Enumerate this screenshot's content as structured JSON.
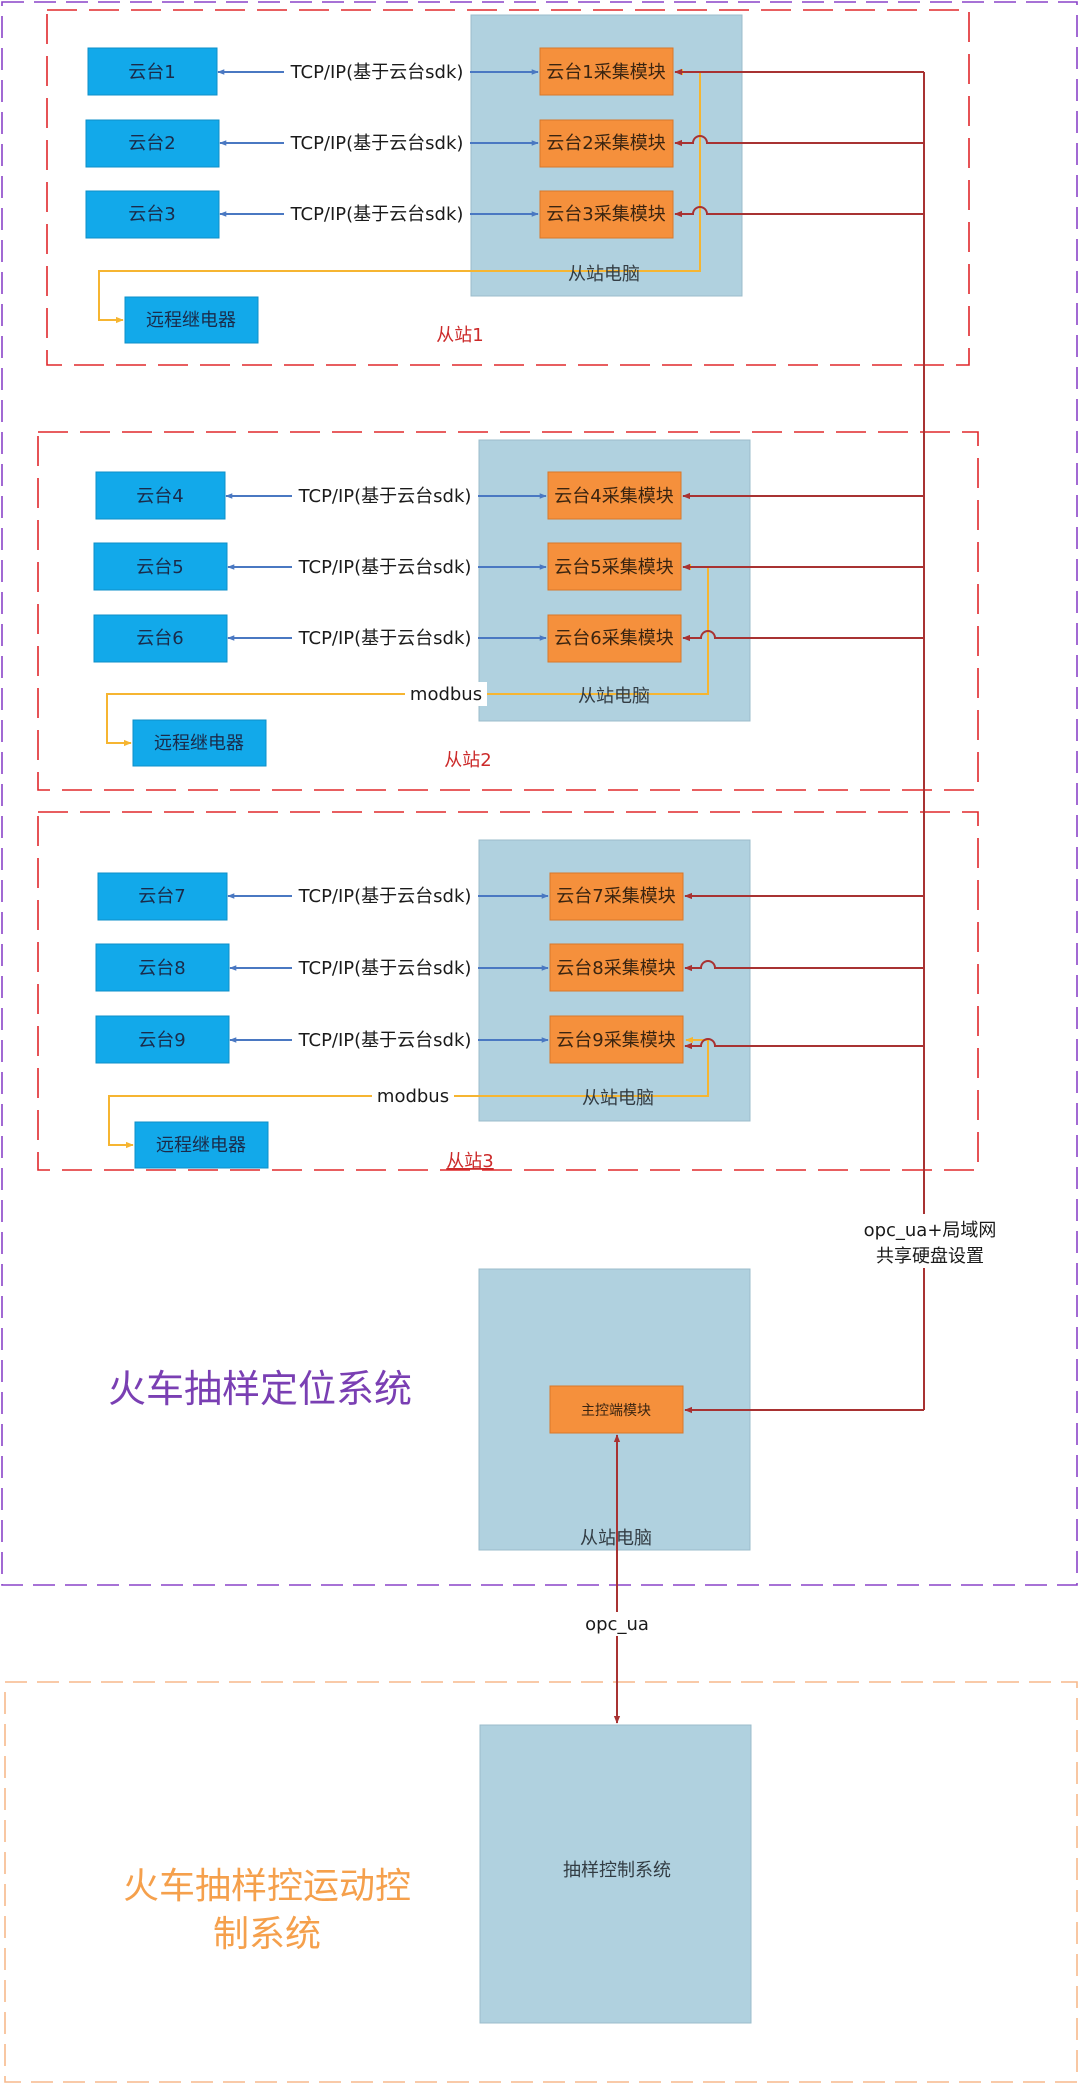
{
  "colors": {
    "purple_dash": "#8a44c8",
    "red_dash": "#e0282c",
    "orange_dash": "#f7b98c",
    "pc_fill": "#b0d1df",
    "module_fill": "#f5903c",
    "camera_fill": "#12a9ea",
    "blue_line": "#4a78c2",
    "red_line": "#a83232",
    "yellow_line": "#f6b531"
  },
  "systems": {
    "positioning_title": "火车抽样定位系统",
    "motion_title_line1": "火车抽样控运动控",
    "motion_title_line2": "制系统"
  },
  "stations": [
    {
      "label": "从站1",
      "pc_label": "从站电脑",
      "relay_label": "远程继电器",
      "modbus_label": "",
      "cameras": [
        "云台1",
        "云台2",
        "云台3"
      ],
      "modules": [
        "云台1采集模块",
        "云台2采集模块",
        "云台3采集模块"
      ],
      "links": [
        "TCP/IP(基于云台sdk)",
        "TCP/IP(基于云台sdk)",
        "TCP/IP(基于云台sdk)"
      ]
    },
    {
      "label": "从站2",
      "pc_label": "从站电脑",
      "relay_label": "远程继电器",
      "modbus_label": "modbus",
      "cameras": [
        "云台4",
        "云台5",
        "云台6"
      ],
      "modules": [
        "云台4采集模块",
        "云台5采集模块",
        "云台6采集模块"
      ],
      "links": [
        "TCP/IP(基于云台sdk)",
        "TCP/IP(基于云台sdk)",
        "TCP/IP(基于云台sdk)"
      ]
    },
    {
      "label": "从站3",
      "pc_label": "从站电脑",
      "relay_label": "远程继电器",
      "modbus_label": "modbus",
      "cameras": [
        "云台7",
        "云台8",
        "云台9"
      ],
      "modules": [
        "云台7采集模块",
        "云台8采集模块",
        "云台9采集模块"
      ],
      "links": [
        "TCP/IP(基于云台sdk)",
        "TCP/IP(基于云台sdk)",
        "TCP/IP(基于云台sdk)"
      ]
    }
  ],
  "network": {
    "label_line1": "opc_ua+局域网",
    "label_line2": "共享硬盘设置"
  },
  "master": {
    "pc_label": "从站电脑",
    "module_label": "主控端模块"
  },
  "uplink_label": "opc_ua",
  "control_system_label": "抽样控制系统"
}
